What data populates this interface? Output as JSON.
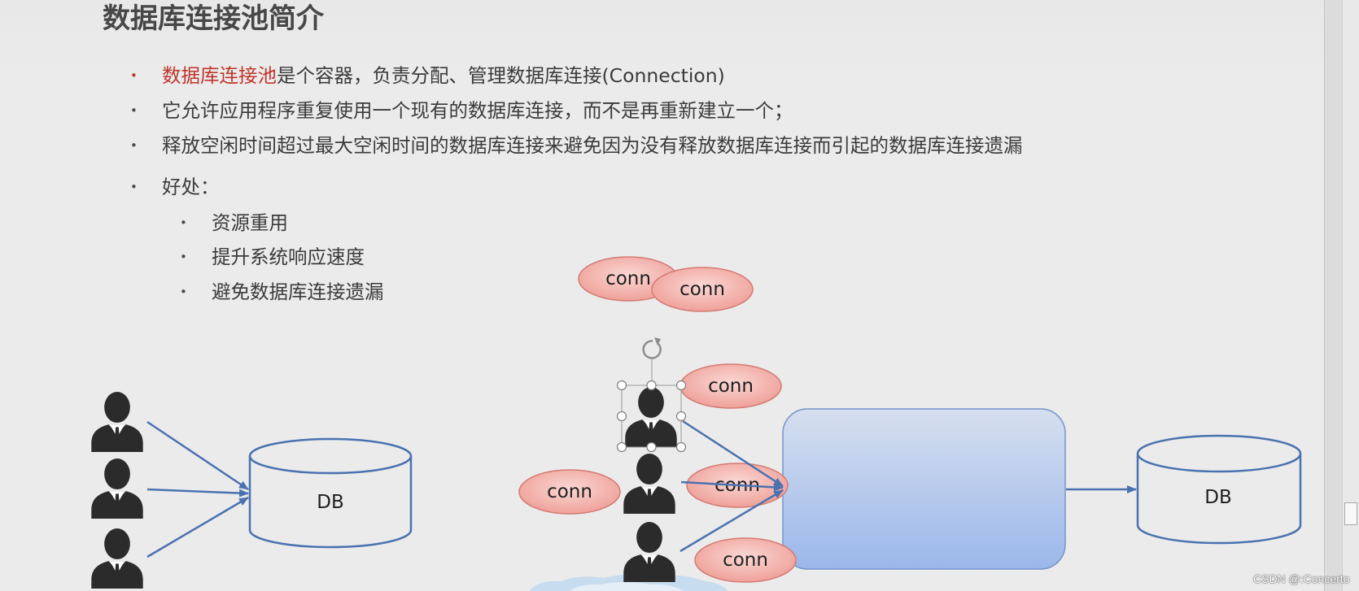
{
  "slide": {
    "title": "数据库连接池简介",
    "bullet_glyph": "•",
    "bullets": [
      {
        "highlight": "数据库连接池",
        "text": "是个容器，负责分配、管理数据库连接(Connection)"
      },
      {
        "text": "它允许应用程序重复使用一个现有的数据库连接，而不是再重新建立一个；"
      },
      {
        "text": "释放空闲时间超过最大空闲时间的数据库连接来避免因为没有释放数据库连接而引起的数据库连接遗漏"
      },
      {
        "text": "好处："
      }
    ],
    "sub_bullets": [
      {
        "text": "资源重用"
      },
      {
        "text": "提升系统响应速度"
      },
      {
        "text": "避免数据库连接遗漏"
      }
    ]
  },
  "diagram": {
    "direct": {
      "db_label": "DB"
    },
    "pooled": {
      "db_label": "DB",
      "conn_labels": [
        "conn",
        "conn",
        "conn",
        "conn",
        "conn",
        "conn"
      ]
    }
  },
  "icons": {
    "client": "user-icon",
    "database": "database-icon",
    "rotate_handle": "rotate-handle-icon"
  },
  "colors": {
    "background": "#ebebeb",
    "body_text": "#3b3b3b",
    "highlight_text": "#c0362c",
    "arrow": "#4a72b0",
    "conn_fill": "#ee9d96",
    "pool_top": "#d6dfef",
    "pool_bottom": "#9bb7ea"
  },
  "watermark": "CSDN @:Concerto"
}
